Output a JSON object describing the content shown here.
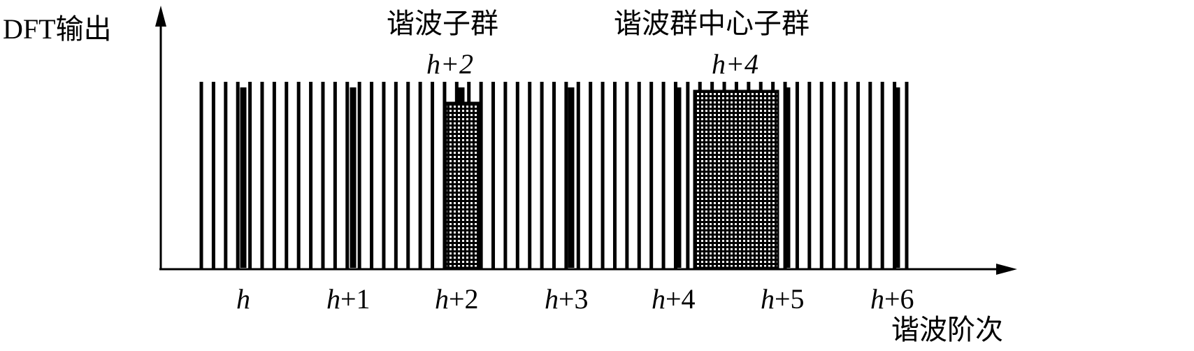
{
  "y_axis_label": "DFT输出",
  "x_axis_label": "谐波阶次",
  "annotations": {
    "subgroup": "谐波子群",
    "subgroup_order": "h+2",
    "center_subgroup": "谐波群中心子群",
    "center_subgroup_order": "h+4"
  },
  "x_ticks": [
    {
      "var": "h",
      "suffix": ""
    },
    {
      "var": "h",
      "suffix": "+1"
    },
    {
      "var": "h",
      "suffix": "+2"
    },
    {
      "var": "h",
      "suffix": "+3"
    },
    {
      "var": "h",
      "suffix": "+4"
    },
    {
      "var": "h",
      "suffix": "+5"
    },
    {
      "var": "h",
      "suffix": "+6"
    }
  ]
}
